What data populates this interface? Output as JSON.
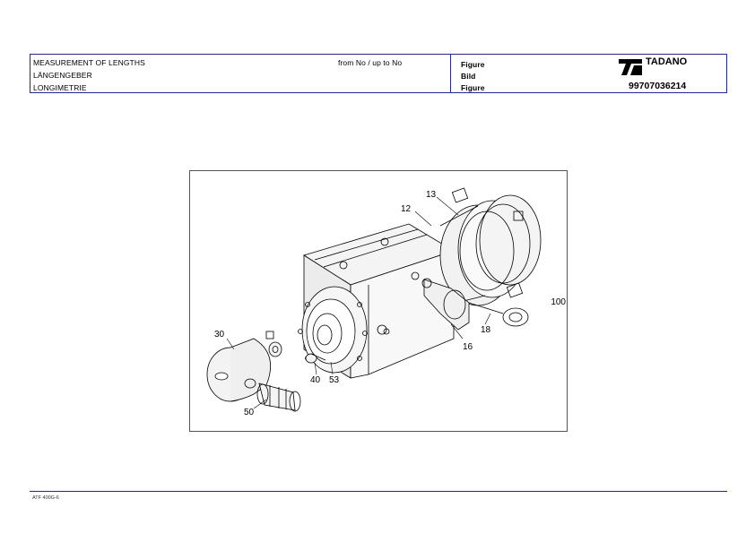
{
  "header": {
    "title_en": "MEASUREMENT OF LENGTHS",
    "title_de": "LÄNGENGEBER",
    "title_fr": "LONGIMETRIE",
    "from_to": "from No / up to No",
    "figure_en": "Figure",
    "figure_de": "Bild",
    "figure_fr": "Figure",
    "brand": "TADANO",
    "doc_number": "99707036214"
  },
  "drawing": {
    "labels": {
      "p12": "12",
      "p13": "13",
      "p16": "16",
      "p18": "18",
      "p30": "30",
      "p40": "40",
      "p50": "50",
      "p53": "53",
      "p100": "100"
    }
  },
  "footer": {
    "code": "ATF 400G-6"
  },
  "colors": {
    "frame_blue": "#1f2a8c"
  }
}
